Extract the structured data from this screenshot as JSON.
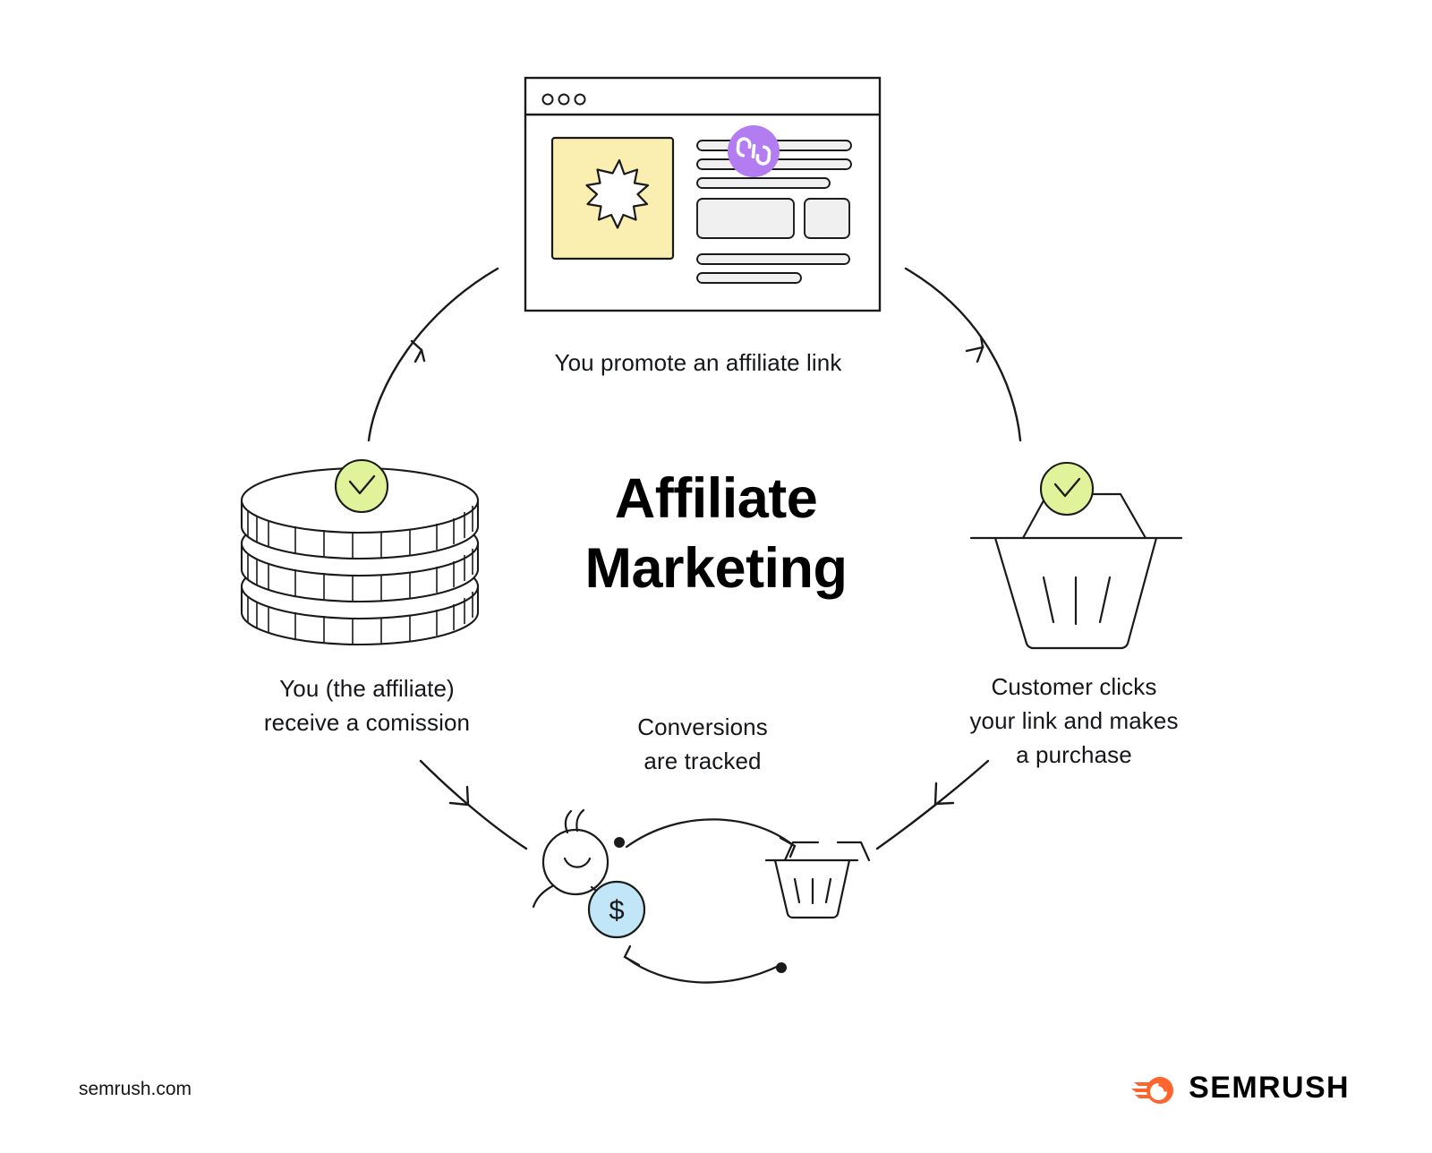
{
  "page": {
    "title": "Affiliate Marketing",
    "title_lines": "Affiliate\nMarketing",
    "background": "#ffffff"
  },
  "colors": {
    "purple_badge": "#b37cf0",
    "green_badge": "#e0f29a",
    "yellow_image": "#fbeeb1",
    "blue_coin": "#c1e6f8",
    "gray_placeholder": "#f0f0f0",
    "stroke": "#1a1a1a",
    "text": "#14161a",
    "brand_orange": "#ff642d"
  },
  "steps": [
    {
      "id": "promote",
      "label": "You promote an affiliate link",
      "icon": "browser-window-icon",
      "badge": "link-icon"
    },
    {
      "id": "customer-purchase",
      "label": "Customer clicks\nyour link and makes\na purchase",
      "icon": "shopping-basket-icon",
      "badge": "check-icon"
    },
    {
      "id": "conversions",
      "label": "Conversions\nare tracked",
      "icon": "person-with-coin-and-basket-icon",
      "badge": "dollar-sign"
    },
    {
      "id": "commission",
      "label": "You (the affiliate)\nreceive a comission",
      "icon": "coin-stack-icon",
      "badge": "check-icon"
    }
  ],
  "browser_window": {
    "dots_count": 3,
    "image_placeholder": "starburst-icon",
    "link_badge": "link-icon",
    "text_lines": 5,
    "block_count": 2
  },
  "coin_stack": {
    "coins": 3,
    "badge": "check-icon"
  },
  "basket": {
    "ribs": 3,
    "badge": "check-icon"
  },
  "tracking": {
    "person_badge_symbol": "$",
    "arrows": 2,
    "dots": 2
  },
  "footer": {
    "url": "semrush.com",
    "brand": "SEMRUSH",
    "logo_icon": "semrush-comet-icon"
  }
}
